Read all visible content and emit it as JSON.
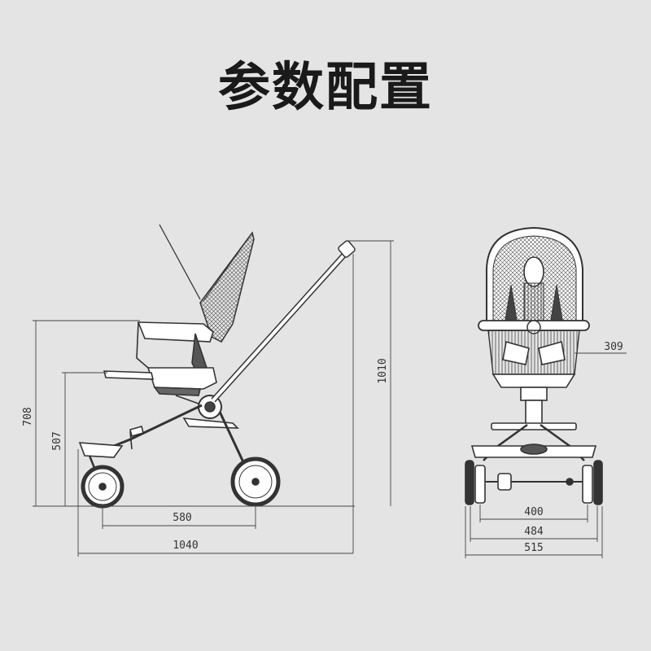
{
  "title": "参数配置",
  "dimensions": {
    "side_height": "708",
    "seat_height": "507",
    "handle_height": "1010",
    "wheelbase": "580",
    "total_length": "1040",
    "seat_width": "309",
    "rear_wheel_inner": "400",
    "rear_track": "484",
    "total_width": "515"
  },
  "colors": {
    "background": "#e4e4e4",
    "line": "#333333",
    "title": "#1a1a1a"
  }
}
